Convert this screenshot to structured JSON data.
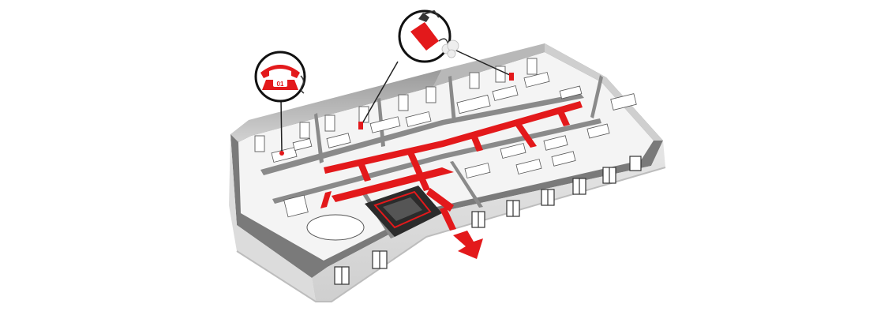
{
  "diagram": {
    "colors": {
      "background": "#ffffff",
      "accent_red": "#e3191b",
      "wall_dark": "#8b8b8b",
      "wall_light": "#d9d9d9",
      "floor": "#f3f3f3",
      "outline": "#4a4a4a"
    },
    "callouts": [
      {
        "name": "phone",
        "icon": "telephone-icon",
        "label": "01"
      },
      {
        "name": "fire-extinguisher",
        "icon": "fire-extinguisher-icon"
      }
    ],
    "route": {
      "style": "red evacuation path",
      "exit_icon": "exit-arrow-icon"
    }
  }
}
